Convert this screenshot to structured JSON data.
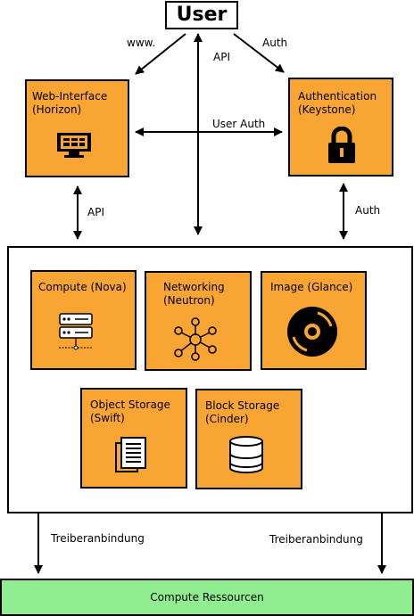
{
  "user": {
    "label": "User"
  },
  "edges": {
    "www": "www.",
    "api_center": "API",
    "auth_top": "Auth",
    "user_auth": "User Auth",
    "api_left": "API",
    "auth_right": "Auth",
    "driver_left": "Treiberanbindung",
    "driver_right": "Treiberanbindung"
  },
  "nodes": {
    "horizon": "Web-Interface\n(Horizon)",
    "keystone": "Authentication\n(Keystone)",
    "nova": "Compute (Nova)",
    "neutron": "Networking\n(Neutron)",
    "glance": "Image (Glance)",
    "swift": "Object Storage\n(Swift)",
    "cinder": "Block Storage\n(Cinder)"
  },
  "resources": {
    "label": "Compute Ressourcen"
  },
  "icons": [
    "monitor-icon",
    "padlock-icon",
    "server-rack-icon",
    "network-nodes-icon",
    "disc-icon",
    "documents-icon",
    "database-icon"
  ],
  "colors": {
    "service_fill": "#f9a533",
    "resource_fill": "#90ee90",
    "outline": "#000000",
    "background": "#ffffff"
  }
}
